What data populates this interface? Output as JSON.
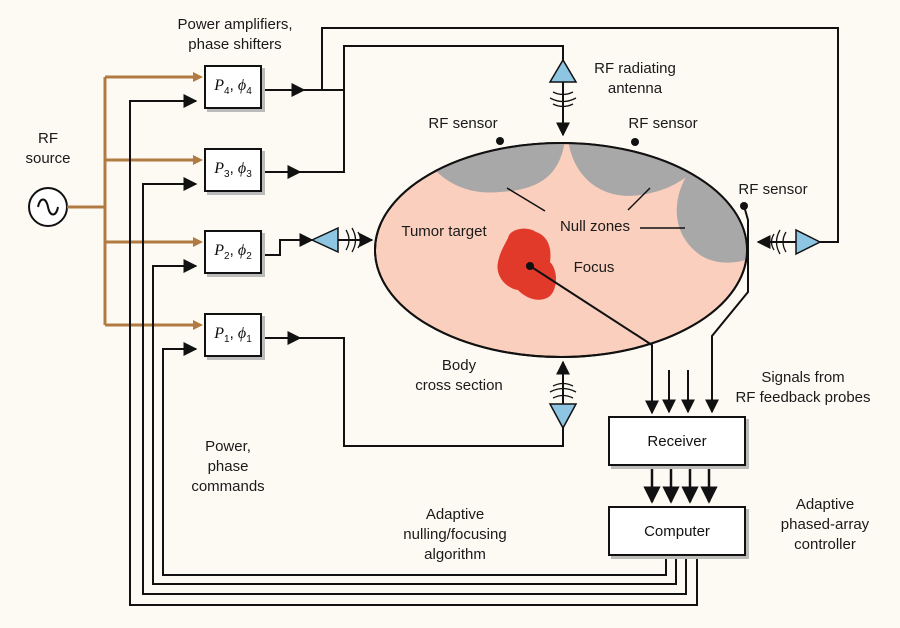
{
  "labels": {
    "power_amplifiers": "Power amplifiers,\nphase shifters",
    "rf_source": "RF\nsource",
    "rf_radiating_antenna": "RF radiating\nantenna",
    "rf_sensor_left": "RF sensor",
    "rf_sensor_right": "RF sensor",
    "rf_sensor_side": "RF sensor",
    "tumor_target": "Tumor target",
    "null_zones": "Null zones",
    "focus": "Focus",
    "body_cross_section": "Body\ncross section",
    "signals_from_probes": "Signals from\nRF feedback probes",
    "power_phase_commands": "Power,\nphase\ncommands",
    "adaptive_algorithm": "Adaptive\nnulling/focusing\nalgorithm",
    "adaptive_controller": "Adaptive\nphased-array\ncontroller"
  },
  "blocks": {
    "receiver": "Receiver",
    "computer": "Computer"
  },
  "amplifiers": [
    {
      "p": "P",
      "sub": "4",
      "phi": "ϕ",
      "phisub": "4"
    },
    {
      "p": "P",
      "sub": "3",
      "phi": "ϕ",
      "phisub": "3"
    },
    {
      "p": "P",
      "sub": "2",
      "phi": "ϕ",
      "phisub": "2"
    },
    {
      "p": "P",
      "sub": "1",
      "phi": "ϕ",
      "phisub": "1"
    }
  ],
  "colors": {
    "body_fill": "#fbcfbe",
    "null_zone": "#a8a8a8",
    "focus": "#e23a2a",
    "rf_feed": "#b07a42",
    "antenna": "#8ec5e3"
  }
}
